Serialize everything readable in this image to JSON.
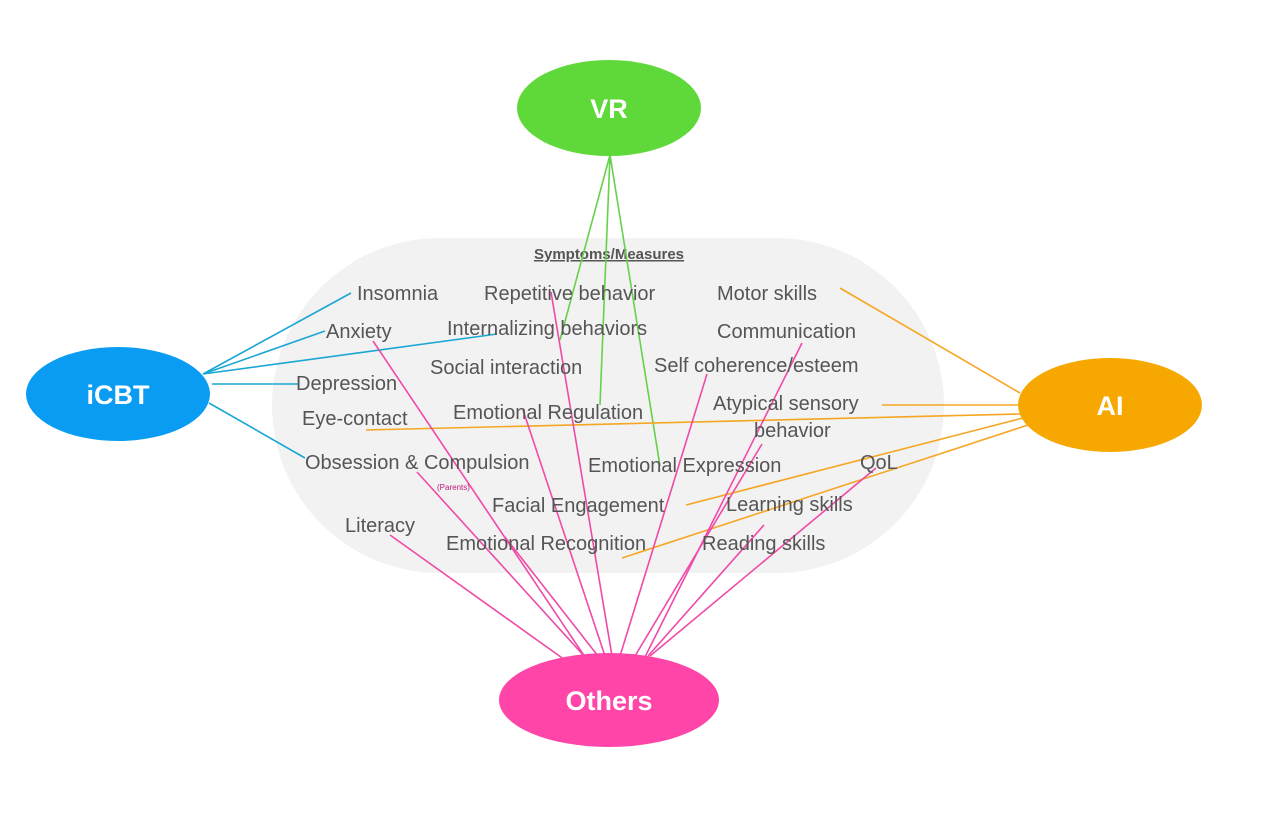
{
  "diagram": {
    "title": "Symptoms/Measures",
    "nodes": {
      "vr": {
        "label": "VR",
        "color": "#5fd93a"
      },
      "icbt": {
        "label": "iCBT",
        "color": "#0a9cf2"
      },
      "ai": {
        "label": "AI",
        "color": "#f6a800"
      },
      "others": {
        "label": "Others",
        "color": "#ff45a8"
      }
    },
    "measures": {
      "insomnia": "Insomnia",
      "repetitive": "Repetitive behavior",
      "motor": "Motor skills",
      "anxiety": "Anxiety",
      "internalizing": "Internalizing behaviors",
      "communication": "Communication",
      "social": "Social interaction",
      "self": "Self coherence/esteem",
      "depression": "Depression",
      "eye": "Eye-contact",
      "emoreg": "Emotional Regulation",
      "atypical1": "Atypical sensory",
      "atypical2": "behavior",
      "obsession": "Obsession & Compulsion",
      "parents": "(Parents)",
      "emoexp": "Emotional Expression",
      "qol": "QoL",
      "facial": "Facial Engagement",
      "learning": "Learning skills",
      "literacy": "Literacy",
      "emorec": "Emotional Recognition",
      "reading": "Reading skills"
    },
    "line_colors": {
      "icbt": "#1aa7d4",
      "vr": "#66d14a",
      "ai": "#f5a623",
      "others": "#ef4aa8"
    },
    "background_color": "#f2f2f2"
  }
}
